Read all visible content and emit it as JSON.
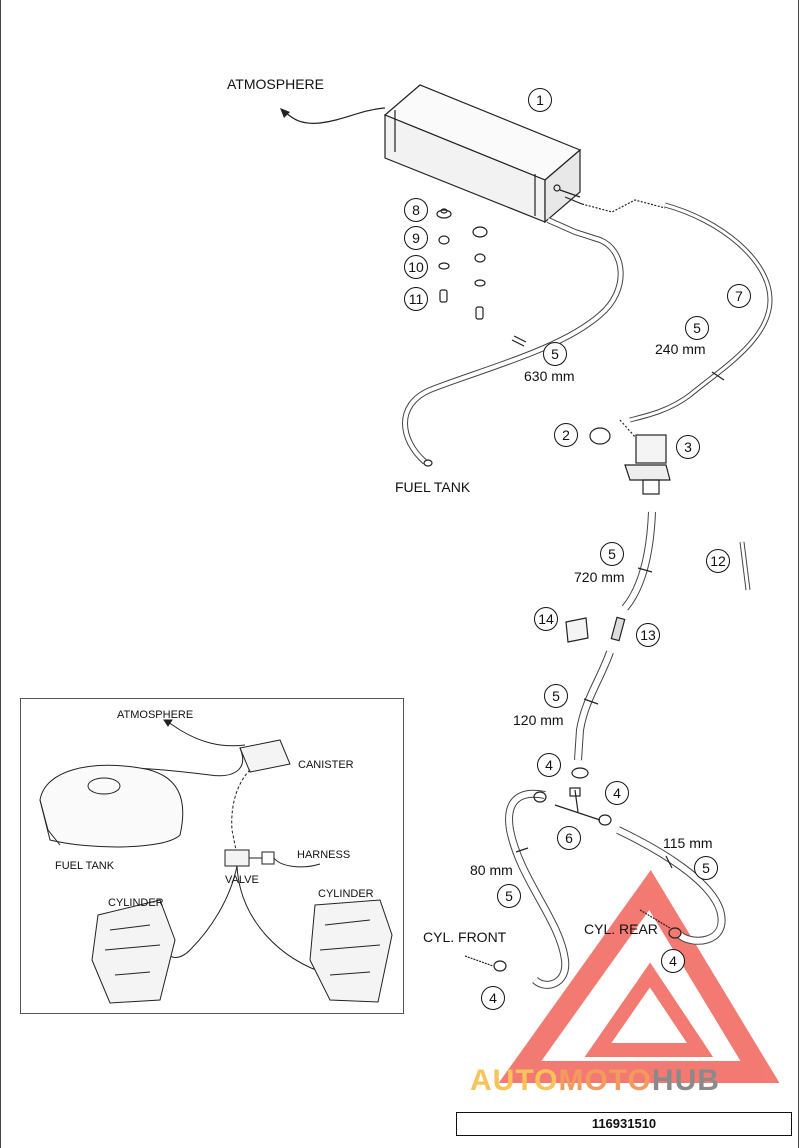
{
  "labels": {
    "atmosphere_main": "ATMOSPHERE",
    "fuel_tank_main": "FUEL TANK",
    "l5a": "630 mm",
    "l5b": "240 mm",
    "l5c": "720 mm",
    "l5d": "120 mm",
    "l5e": "115 mm",
    "l5f": "80 mm",
    "cyl_front": "CYL. FRONT",
    "cyl_rear": "CYL. REAR"
  },
  "callouts": {
    "c1": "1",
    "c2": "2",
    "c3": "3",
    "c4a": "4",
    "c4b": "4",
    "c4c": "4",
    "c4d": "4",
    "c5a": "5",
    "c5b": "5",
    "c5c": "5",
    "c5d": "5",
    "c5e": "5",
    "c5f": "5",
    "c6": "6",
    "c7": "7",
    "c8": "8",
    "c9": "9",
    "c10": "10",
    "c11": "11",
    "c12": "12",
    "c13": "13",
    "c14": "14"
  },
  "inset": {
    "atmosphere": "ATMOSPHERE",
    "canister": "CANISTER",
    "fuel_tank": "FUEL TANK",
    "harness": "HARNESS",
    "valve": "VALVE",
    "cylinder_left": "CYLINDER",
    "cylinder_right": "CYLINDER"
  },
  "watermark": {
    "part1": "AUTO",
    "part2": "MOTO",
    "part3": "HUB"
  },
  "part_number": "116931510",
  "colors": {
    "line": "#222222",
    "watermark_red": "#f05a4f",
    "watermark_orange": "#f39a5e",
    "watermark_yellow": "#f7c35a",
    "watermark_gray": "#8a8a8a"
  }
}
